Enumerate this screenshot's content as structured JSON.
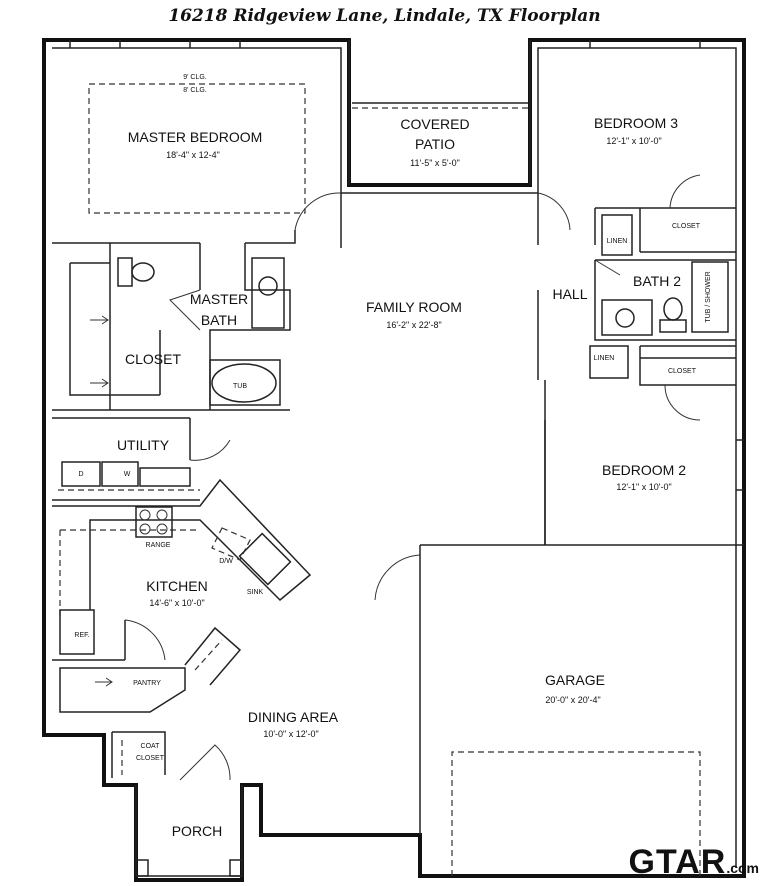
{
  "title": "16218 Ridgeview Lane, Lindale, TX Floorplan",
  "rooms": {
    "master_bedroom": {
      "name": "MASTER BEDROOM",
      "dim": "18'-4\" x 12-4\"",
      "clg1": "9' CLG.",
      "clg2": "8' CLG."
    },
    "covered_patio": {
      "name1": "COVERED",
      "name2": "PATIO",
      "dim": "11'-5\" x 5'-0\""
    },
    "bedroom3": {
      "name": "BEDROOM 3",
      "dim": "12'-1\" x 10'-0\""
    },
    "closet_b3": "CLOSET",
    "linen1": "LINEN",
    "bath2": "BATH 2",
    "tub_shower": "TUB / SHOWER",
    "hall": "HALL",
    "linen2": "LINEN",
    "closet_b2": "CLOSET",
    "bedroom2": {
      "name": "BEDROOM 2",
      "dim": "12'-1\" x 10'-0\""
    },
    "family_room": {
      "name": "FAMILY ROOM",
      "dim": "16'-2\" x 22'-8\""
    },
    "master_bath": {
      "name1": "MASTER",
      "name2": "BATH"
    },
    "tub": "TUB",
    "closet_master": "CLOSET",
    "utility": "UTILITY",
    "dryer": "D",
    "washer": "W",
    "range": "RANGE",
    "dw": "D/W",
    "sink": "SINK",
    "kitchen": {
      "name": "KITCHEN",
      "dim": "14'-6\" x 10'-0\""
    },
    "ref": "REF.",
    "pantry": "PANTRY",
    "dining": {
      "name": "DINING AREA",
      "dim": "10'-0\" x 12'-0\""
    },
    "coat_closet": {
      "name1": "COAT",
      "name2": "CLOSET"
    },
    "porch": "PORCH",
    "garage": {
      "name": "GARAGE",
      "dim": "20'-0\" x 20'-4\""
    }
  },
  "logo": {
    "main": "GTAR",
    "suffix": ".com"
  }
}
